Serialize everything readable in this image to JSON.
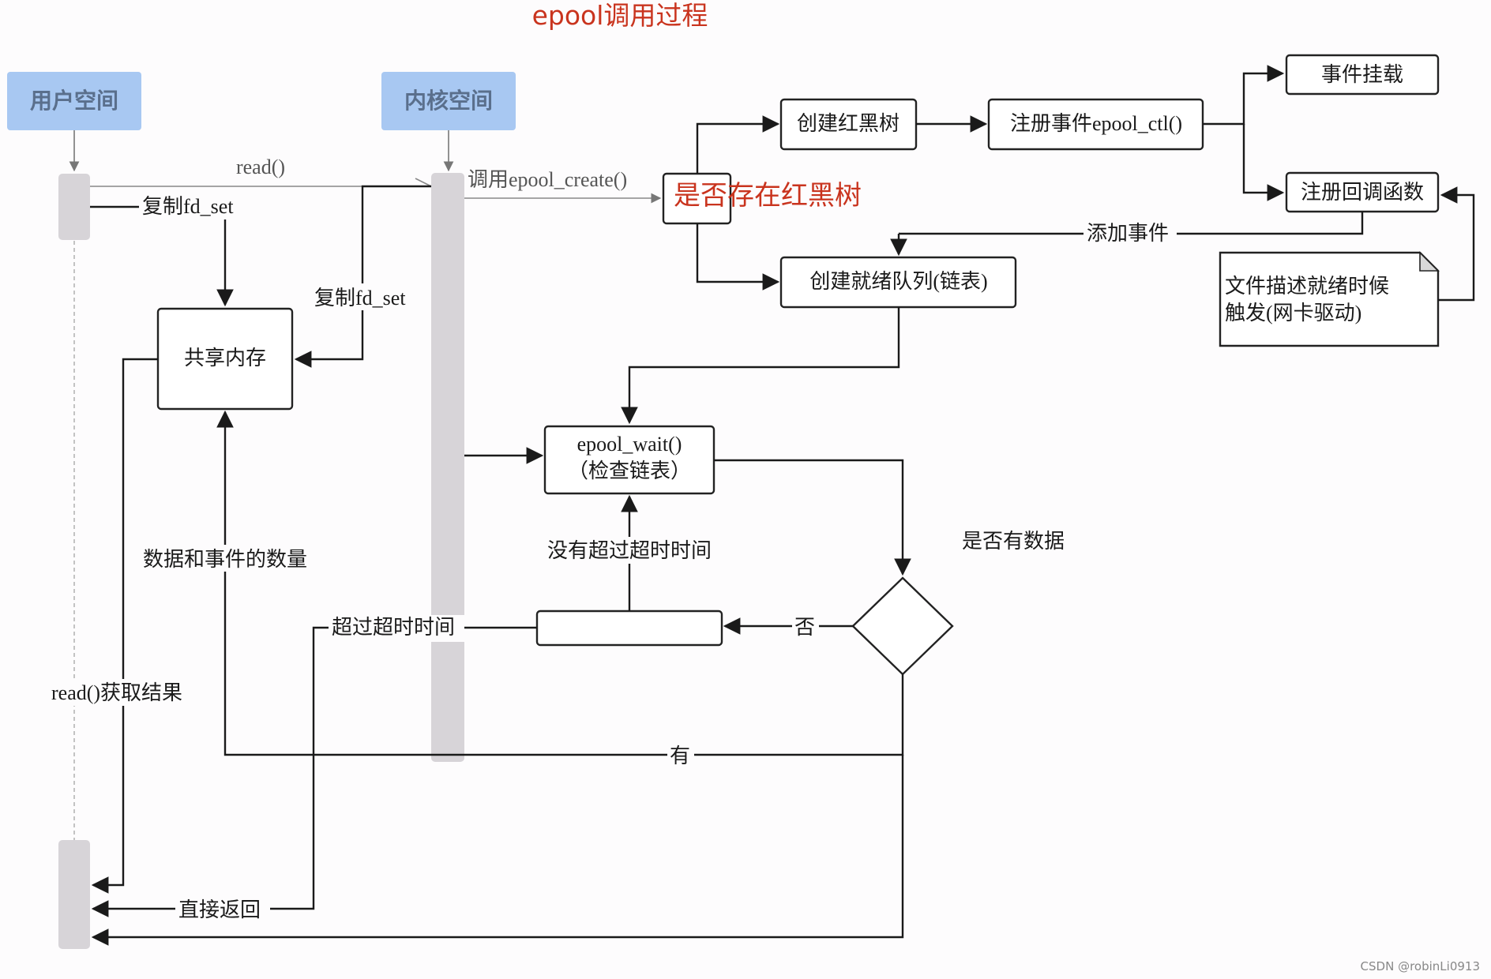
{
  "title": "epool调用过程",
  "lanes": {
    "user": "用户空间",
    "kernel": "内核空间"
  },
  "edges": {
    "read": "read()",
    "copy_fd_set_1": "复制fd_set",
    "copy_fd_set_2": "复制fd_set",
    "call_create": "调用epool_create()",
    "add_event": "添加事件",
    "data_event_count": "数据和事件的数量",
    "no_timeout": "没有超过超时时间",
    "timeout": "超过超时时间",
    "no": "否",
    "yes": "有",
    "read_result": "read()获取结果",
    "return_direct": "直接返回"
  },
  "nodes": {
    "shared_memory": "共享内存",
    "rbtree_exists": "是否存在红黑树",
    "create_rbtree": "创建红黑树",
    "register_event": "注册事件epool_ctl()",
    "event_mount": "事件挂载",
    "register_callback": "注册回调函数",
    "create_ready_queue": "创建就绪队列(链表)",
    "fd_ready_line1": "文件描述就绪时候",
    "fd_ready_line2": "触发(网卡驱动)",
    "epoll_wait_line1": "epool_wait()",
    "epoll_wait_line2": "（检查链表）",
    "has_data": "是否有数据"
  },
  "footer": "CSDN @robinLi0913"
}
